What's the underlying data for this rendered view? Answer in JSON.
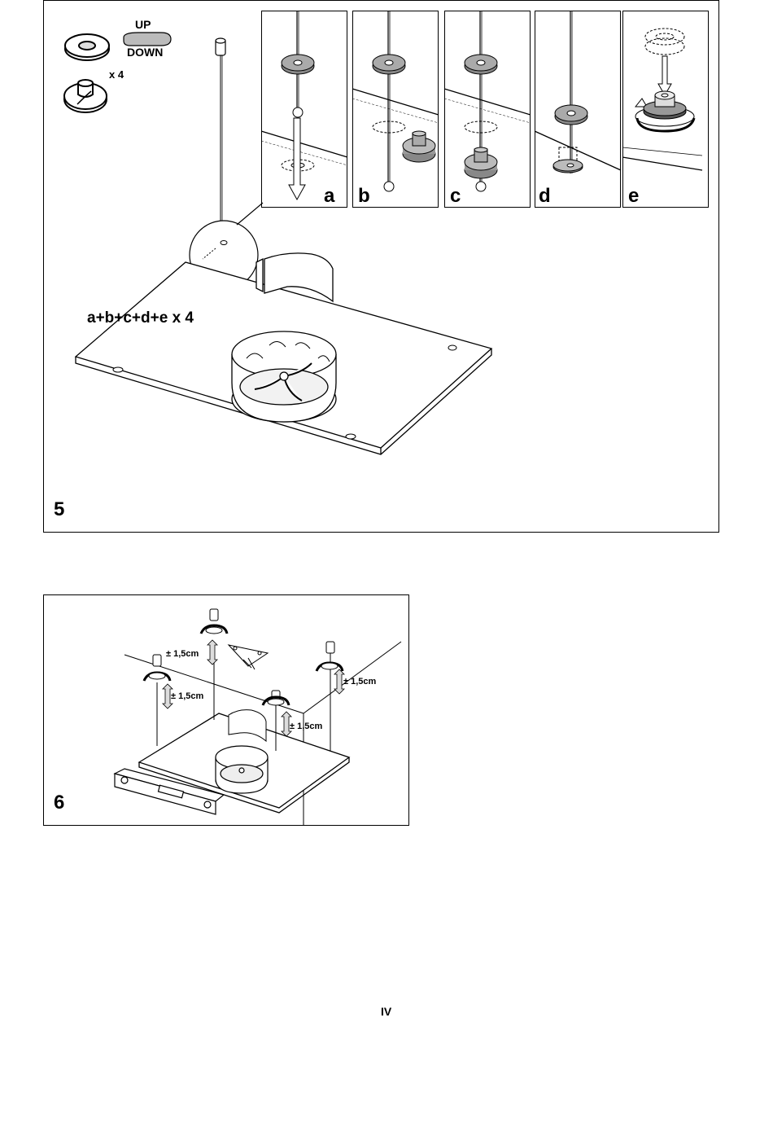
{
  "figure5": {
    "number": "5",
    "sequence_label": "a+b+c+d+e x 4",
    "legend": {
      "up": "UP",
      "down": "DOWN",
      "count": "x 4"
    },
    "steps": [
      "a",
      "b",
      "c",
      "d",
      "e"
    ]
  },
  "figure6": {
    "number": "6",
    "adjust_labels": [
      "± 1,5cm",
      "± 1,5cm",
      "± 1,5cm",
      "± 1,5cm"
    ]
  },
  "page_number": "IV"
}
